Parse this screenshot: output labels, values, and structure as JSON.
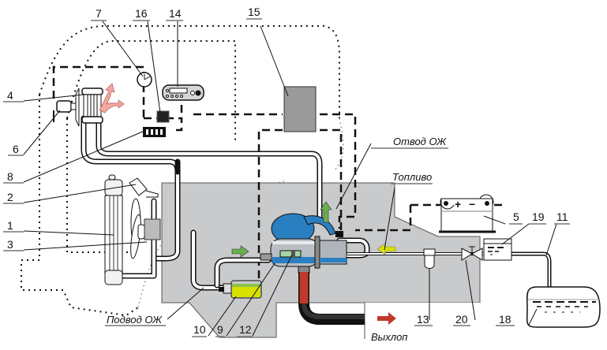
{
  "diagram": {
    "title": "Схема установки подогревателя",
    "colors": {
      "engine_block": "#c9cacc",
      "heater_body": "#9aa0a6",
      "coolant_pump_blue": "#2a7fc0",
      "exhaust_red": "#c0392b",
      "exhaust_dark": "#222222",
      "pump_yellow": "#d8e000",
      "arrow_green": "#6ab04c",
      "arrow_yellow": "#d8e000",
      "arrow_pink": "#f2a7a0",
      "control_box": "#9a9a9a"
    },
    "callouts": [
      {
        "id": "1",
        "label": "1"
      },
      {
        "id": "2",
        "label": "2"
      },
      {
        "id": "3",
        "label": "3"
      },
      {
        "id": "4",
        "label": "4"
      },
      {
        "id": "5",
        "label": "5"
      },
      {
        "id": "6",
        "label": "6"
      },
      {
        "id": "7",
        "label": "7"
      },
      {
        "id": "8",
        "label": "8"
      },
      {
        "id": "9",
        "label": "9"
      },
      {
        "id": "10",
        "label": "10"
      },
      {
        "id": "11",
        "label": "11"
      },
      {
        "id": "12",
        "label": "12"
      },
      {
        "id": "13",
        "label": "13"
      },
      {
        "id": "14",
        "label": "14"
      },
      {
        "id": "15",
        "label": "15"
      },
      {
        "id": "16",
        "label": "16"
      },
      {
        "id": "18",
        "label": "18"
      },
      {
        "id": "19",
        "label": "19"
      },
      {
        "id": "20",
        "label": "20"
      }
    ],
    "flow_labels": {
      "coolant_out": "Отвод ОЖ",
      "fuel": "Топливо",
      "coolant_in": "Подвод ОЖ",
      "exhaust": "Выхлоп"
    },
    "battery": {
      "plus": "+",
      "minus": "−"
    }
  }
}
